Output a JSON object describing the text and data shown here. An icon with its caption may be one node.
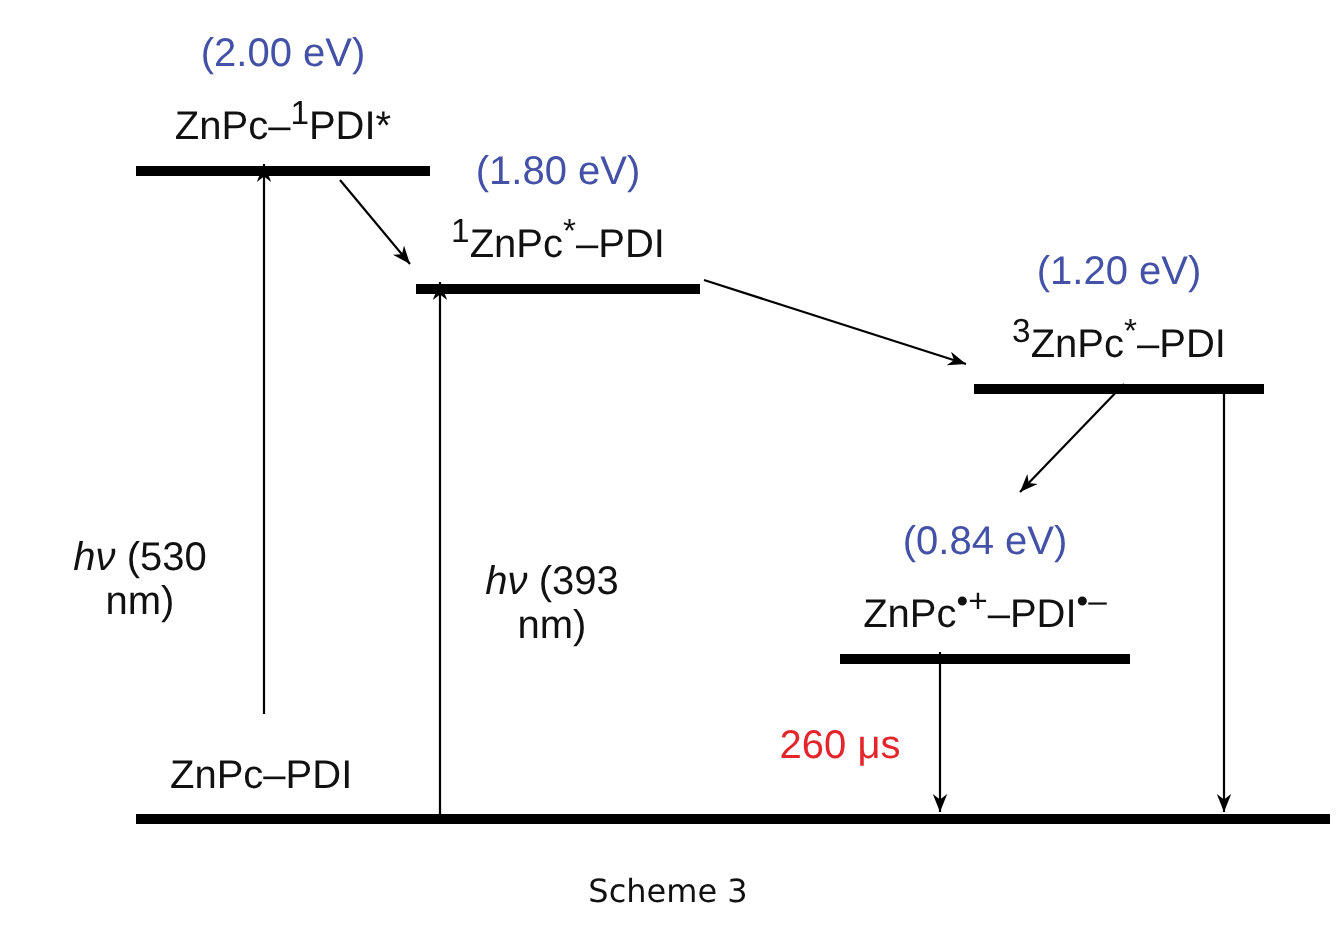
{
  "diagram": {
    "caption": "Scheme 3",
    "nodes": [
      {
        "text": [
          "ZnPc–PDI"
        ]
      },
      {
        "text": [
          "(2.00 eV)",
          "ZnPc–$^{1}$PDI*"
        ]
      },
      {
        "text": [
          "(1.80 eV)",
          "$^{1}$ZnPc$^{*}$–PDI"
        ]
      },
      {
        "text": [
          "(1.20 eV)",
          "$^{3}$ZnPc$^{*}$–PDI"
        ]
      },
      {
        "text": [
          "(0.84 eV)",
          "ZnPc$^{•+}$–PDI$^{•–}$"
        ]
      }
    ],
    "edges": [
      {
        "from": 0,
        "to": 1,
        "arrow": "to",
        "label": "*hν* (530 nm)"
      },
      {
        "from": 0,
        "to": 2,
        "arrow": "to",
        "label": "*hν* (393 nm)"
      },
      {
        "from": 1,
        "to": 2,
        "arrow": "to"
      },
      {
        "from": 2,
        "to": 3,
        "arrow": "to"
      },
      {
        "from": 3,
        "to": 4,
        "arrow": "to"
      },
      {
        "from": 3,
        "to": 0,
        "arrow": "to"
      },
      {
        "from": 4,
        "to": 0,
        "arrow": "to",
        "label": "260 μs"
      }
    ]
  }
}
